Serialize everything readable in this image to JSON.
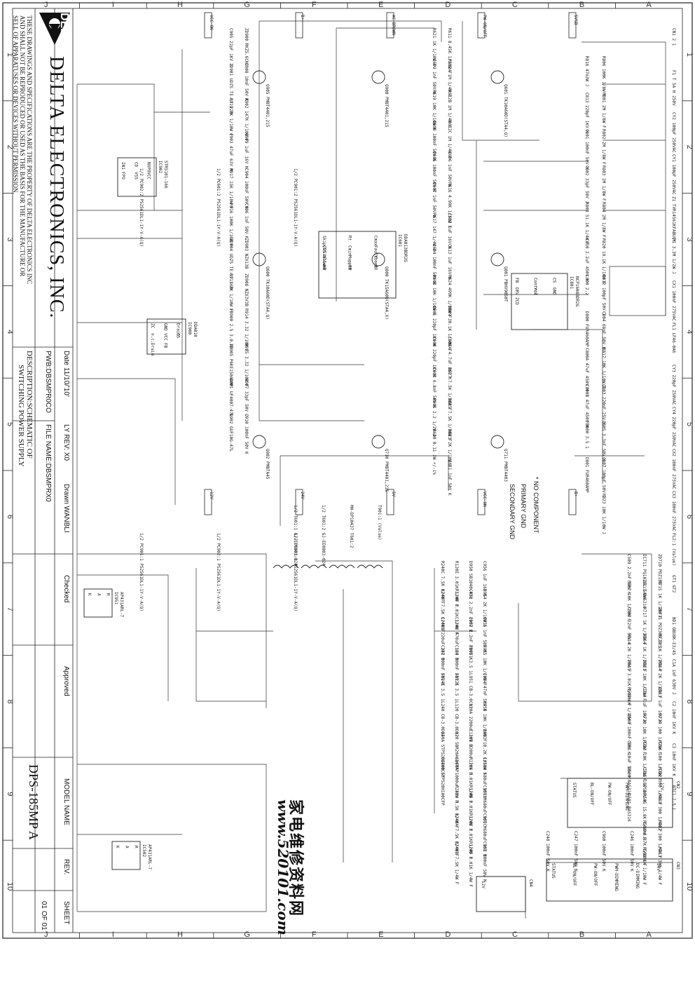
{
  "title_block": {
    "company": "DELTA ELECTRONICS, INC.",
    "logo_text": "DELTA",
    "copyright_notice": [
      "THESE DRAWINGS AND SPECIFICATIONS ARE THE PROPERTY OF DELTA ELECTRONICS INC",
      "AND SHALL NOT BE REPRODUCED OR USED AS THE BASIS FOR THE MANUFACTURE OR",
      "SELL OF APPARATUSES OR DEVICES WITHOUT PERMISSION."
    ],
    "date": "Date 11/10/'10'",
    "pwb": "PWB:DBSMPR0CO",
    "ly_rev": "LY REV: X0",
    "file_name": "FILE NAME:DBSMPRX0",
    "drawn": "Drawn WANBLI",
    "description_1": "DESCRIPTION:SCHEMATIC OF",
    "description_2": "SWITCHING POWER SUPPLY",
    "checked": "Checked",
    "approved": "Approved",
    "model_name": "MODEL NAME",
    "model": "DPS-185MP A",
    "rev": "REV.",
    "sheet_label": "SHEET",
    "sheet_value": "01 OF 01"
  },
  "watermark": {
    "chinese": "家电维修资料网",
    "url": "www.520101.com"
  },
  "grid": {
    "columns": [
      "J",
      "I",
      "H",
      "G",
      "F",
      "E",
      "D",
      "C",
      "B",
      "A"
    ],
    "rows": [
      "1",
      "2",
      "3",
      "4",
      "5",
      "6",
      "7",
      "8",
      "9",
      "10"
    ]
  },
  "legend": {
    "no_component": "* NO COMPONENT",
    "primary_gnd": "PRIMARY GND",
    "secondary_gnd": "SECONDARY GND"
  },
  "ics": [
    {
      "ref": "IC900",
      "part": "DDA010",
      "pins": [
        "ZC",
        "GND",
        "Drain",
        "n.c.",
        "VCC",
        "CS",
        "Drain",
        "FB"
      ]
    },
    {
      "ref": "IC902",
      "part": "STR5101-166",
      "pins": [
        "IN1",
        "CD",
        "NOPO",
        "FPO",
        "VSS",
        "VCC"
      ]
    },
    {
      "ref": "IC601",
      "part": "DDA013BDR2G",
      "pins": [
        "Skip/Disable",
        "Rt",
        "Cmax",
        "CSS",
        "Cmin",
        "Fault",
        "Mlower",
        "Mupper",
        "Vboot",
        "HB",
        "FB",
        "BO"
      ]
    },
    {
      "ref": "IC801",
      "part": "NCP1608BDR2G",
      "pins": [
        "FB",
        "Control",
        "CS",
        "DRV",
        "Vcc",
        "GND",
        "ZCD"
      ]
    },
    {
      "ref": "IC951",
      "part": "AP431ARL-7",
      "pins": [
        "K",
        "A",
        "R"
      ]
    },
    {
      "ref": "IC502",
      "part": "AP431ARL-7",
      "pins": [
        "K",
        "A",
        "R"
      ]
    }
  ],
  "transistors": [
    {
      "ref": "Q905",
      "part": "PMBT4401,215"
    },
    {
      "ref": "Q900",
      "part": "PMBT4401,215"
    },
    {
      "ref": "Q601",
      "part": "TK10A60D(STA4,Q)"
    },
    {
      "ref": "Q600",
      "part": "TK10A60D(STA4,Q)"
    },
    {
      "ref": "Q800",
      "part": "TK15A60U(STA4,X)"
    },
    {
      "ref": "Q801",
      "part": "PBHV9050T"
    },
    {
      "ref": "Q802",
      "part": "PMBTA45"
    },
    {
      "ref": "Q710",
      "part": "PMBT4401,215"
    },
    {
      "ref": "Q711",
      "part": "PMBT4403"
    }
  ],
  "optocouplers": [
    "1/2 PC902:2 PS2561DL1-1Y-V-A(Q)",
    "1/2 PC601:2 PS2561DL1-1Y-V-A(Q)",
    "1/2 PC901:2 PS2561DL1-1Y-V-A(Q)",
    "1/2 PC901:1 PS2561DL1-1Y-V-A(Q)",
    "1/2 PC902:1 PS2561DL1-1Y-V-A(Q)",
    "1/2 PC601:1 PS2561DL1-1Y-V-A(Q)"
  ],
  "transformers": [
    "1/2 T601:1 GJ-EE0803-024",
    "1/2 T601:2 GJ-EE0803-024",
    "MH-DP10437 T601:2",
    "T901:1 (Value)"
  ],
  "input_section": [
    "CN1 2 1",
    "F1 T 5A H 250V",
    "CY2 100pF 250VAC",
    "CY1 100pF 250VAC",
    "Z1 TVR14561KFABUQY",
    "R1 3.3M 1/2W J",
    "CX1 100nF 275VAC",
    "FL1 LFA6-0A6",
    "CY3 220pF 250VAC",
    "CY4 220pF 250VAC",
    "CX2 100nF 275VAC",
    "CX3 100nF 275VAC",
    "FL2:1 (Value)",
    "GT1 GT2",
    "BD1 GBU8K-E3/45",
    "C1A 1nF 630V J",
    "C2 10nF 1KV K",
    "C3 10nF 1KV K",
    "NTC1 2.5 L"
  ],
  "pfc_section": [
    "R806 100K 1/8W F",
    "R801 2M 1/8W F",
    "R802 2M 1/8W F",
    "R803 2M 1/8W F",
    "R804 2M 1/8W F",
    "R820 19.1K 1/10W F",
    "C812 100pF 50V J",
    "C804 68nF 50V K",
    "R817 10K 1/10W F",
    "C803 220nF 25V K",
    "C805 3.3nF 50V K",
    "C807 100pF 50V J",
    "R823 10K 1/10W J",
    "R816 47m3W J",
    "C813 220pF 1KV K",
    "C801 100nF 50V K",
    "C802 33pF 50V J",
    "R808 51.1K 1/4W F",
    "C810 2.2uF 450V K",
    "L800 2.2",
    "D800 FUR460AMP",
    "C800A 47uF 450V M",
    "C800B 47uF 450V M",
    "FB800 3.5 1",
    "D801 FUR460AMP"
  ],
  "resonant_section": [
    "R611 8.45K 1/10W F",
    "R612A 1M 1/4W F",
    "R612B 1M 1/4W F",
    "R612C 1M 1/4W F",
    "C606 1nF 50V K",
    "R616 4.99K 1/10W F",
    "C612 1uF 16V K",
    "C613 1uF 16V K",
    "R624 499K 1/10W F",
    "R609 30.1K 1/10W F",
    "C605A 4.7uF 16V K",
    "R627 7.5K 1/10W F",
    "R615 7.5K 1/10W F",
    "R623 2K 1/10W F",
    "C611 1nF 50V K",
    "R621 1K 1/10W F",
    "C609 1nF 50V K",
    "R619 10K 1/10W F",
    "C608 100nF 50V K",
    "C605 100nF 50V K",
    "C607 1nF 50V K",
    "R617 147 1/4W F",
    "C604 100nF 50V K",
    "R603 10K 1/10W F",
    "C601 220pF 1KV K",
    "C600 220pF 1KV K",
    "C603 6.8nF 50V K",
    "R601 2.2 1/2W J",
    "R600 0.11 2W +/-1%"
  ],
  "standby_section": [
    "ZD900 RKZ5.6CKU",
    "C908 10nF 50V K",
    "R902 147K 1/10W F",
    "C909 1uF 16V K",
    "C904 100nF 50V K",
    "C906 1nF 50V K",
    "ZD903 NZX13B",
    "ZD908 NZX3V3B",
    "R914 3.32 1/10W F",
    "R915 3.32 1/10W F",
    "C907 33pF 50V J",
    "C910 100nF 50V K",
    "C905 22pF 1KV J",
    "ZD901 UDZS TE-17 22B",
    "R919 2K 1/10W F",
    "C903 47uF 63V M",
    "R917 15K 1/10W F",
    "R916 100K 1/10W F",
    "ZD904 UDZS TE-17 16B",
    "R913 2K 1/10W F",
    "FB900 2.5 3.0.65",
    "ZD905 P6KE150AAMP",
    "D901 UF4007-47L",
    "D902 GUF10G-47L"
  ],
  "secondary_section": [
    "C956 1uF 16V K",
    "R954 2K 1/10W F",
    "C955 1nF 50V K",
    "R955 10K 1/10W F",
    "C954 47nF 50V K",
    "R953 10K 1/10W F",
    "R952 10.2K 1/10W F",
    "C951A 680uF 10V M",
    "C951B 680uF 10V M",
    "C951C 680uF 10V M",
    "C953 100nF 50V K",
    "D950 SB1040-47L",
    "C950 2.2nF 200V K",
    "C952 2.2nF 200V K",
    "FB951 3.5 1",
    "L951 CB-3.0 01",
    "C120A 2200uF 16V M",
    "C120B 2200uF 16V M",
    "R120A 3.01K 1/4W F",
    "R120B 3.01K 1/4W F",
    "R120C 3.01K 1/4W F",
    "R120D 3.01K 1/4W F",
    "R120E 3.01K 1/4W F",
    "R120F 3.01K 1/4W F",
    "C120C 470uF 16V M",
    "C124 100nF 50V K",
    "FB121 3.5 1",
    "L120 CB-3.0 02",
    "D120 SBR20A60CTFP",
    "C240A 1000uF 35V M",
    "R240H 7.5K 1/4W F",
    "R240A 7.5K 1/4W F",
    "R240B 7.5K 1/4W F",
    "R240C 7.5K 1/4W F",
    "R240F 7.5K 1/4W F",
    "C240B 220uF 35V M",
    "C242 100nF 50V K",
    "FB241 3.5 1",
    "L240 CB-3.0 02",
    "D240A STPS20H100CFP",
    "D240B STPS20H100CFP"
  ],
  "control_section": [
    "ZD710 PDZ15B",
    "R715 1K 1/10W F",
    "ZD711 PDZ30B,135",
    "R719 1K 1/10W F",
    "R714 2K 1/10W F",
    "C713 1uF 16V K",
    "R724 100 1/10W F",
    "R716 100 1/10W F",
    "R722 300 1/4W F",
    "R718 300 1/4W F",
    "R712 300 1/4W F",
    "R713 300 1/4W F",
    "IC711 PQ1028L 5AA4",
    "D713 BAS316",
    "R717 1K 1/10W F",
    "R764 1K 1/10W F",
    "R721 10K 1/10W F",
    "C714 1uF 16V K",
    "R720 10K 1/10W F",
    "R723 10K 1/10W F",
    "C715 1uF 16V K",
    "R505 15.8K 1/10W F",
    "R504 8.87K 1/10W F",
    "R508 1K 1/10W F",
    "C509 2.2nF 50V K",
    "R507 10K 1/10W F",
    "C503 22nF 50V K",
    "R514 2K 1/10W F",
    "R515 3.01K 1/10W F",
    "R509 1K 1/10W F",
    "C508 100nF 50V K",
    "C501 10uF 50V M",
    "D500 BAS316",
    "D501 BAS316"
  ],
  "connectors": [
    {
      "ref": "CN2",
      "pins": [
        "STATUS",
        "BL-ON/OFF",
        "PW-ON/OFF",
        "PWM-DIMMING",
        "5VSB",
        "12V"
      ]
    },
    {
      "ref": "CN3",
      "pins": [
        "STATUS",
        "BL-ON/OFF",
        "PW-ON/OFF",
        "PWM-DIMMING",
        "DC-DIMMING",
        "24V"
      ]
    },
    {
      "ref": "CN4",
      "pins": [
        "12V"
      ]
    }
  ],
  "connector_caps": [
    "C246 100nF 50V K",
    "C960 100nF 50V K",
    "C247 100nF 50V K",
    "C248 100nF 50V K"
  ],
  "net_flags": [
    "VCC-ON",
    "B+",
    "AC BROWN",
    "PW-ON/OFF",
    "5VSB",
    "12V",
    "24V",
    "5V",
    "VCC-ON",
    "B+"
  ]
}
